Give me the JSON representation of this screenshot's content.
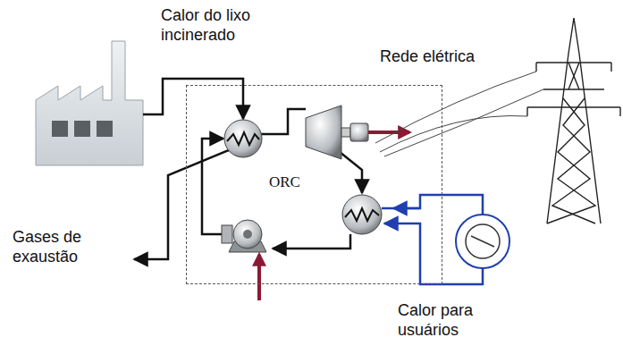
{
  "diagram": {
    "nodes": [
      {
        "text": [
          "ORC"
        ]
      }
    ],
    "labels": [
      "Calor do lixo incinerado",
      "Rede elétrica",
      "Gases de exaustão",
      "Calor para usuários"
    ]
  }
}
